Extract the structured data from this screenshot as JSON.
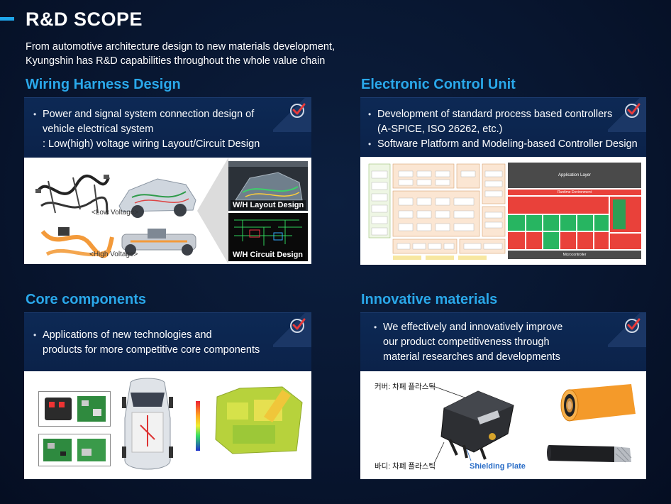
{
  "header": {
    "title": "R&D SCOPE",
    "subtitle_line1": "From automotive architecture design to new materials development,",
    "subtitle_line2": "Kyungshin has R&D capabilities throughout the whole value chain"
  },
  "sections": {
    "wiring": {
      "heading": "Wiring Harness Design",
      "bullet1_line1": "Power and signal system connection design of",
      "bullet1_line2": "vehicle electrical system",
      "bullet1_line3": ": Low(high) voltage wiring Layout/Circuit Design",
      "label_low": "<Low Voltage>",
      "label_high": "<High Voltage>",
      "label_layout": "W/H Layout Design",
      "label_circuit": "W/H Circuit Design"
    },
    "ecu": {
      "heading": "Electronic Control Unit",
      "bullet1_line1": "Development of standard process based controllers",
      "bullet1_line2": "(A-SPICE, ISO 26262, etc.)",
      "bullet2": "Software Platform and Modeling-based Controller Design",
      "label_app_layer": "Application Layer",
      "label_runtime": "Runtime Environment",
      "label_micro": "Microcontroller"
    },
    "core": {
      "heading": "Core components",
      "bullet1_line1": "Applications of new technologies and",
      "bullet1_line2": "products for more competitive core components"
    },
    "materials": {
      "heading": "Innovative materials",
      "bullet1_line1": "We effectively and innovatively improve",
      "bullet1_line2": "our product competitiveness through",
      "bullet1_line3": "material researches and developments",
      "label_cover": "커버: 차폐 플라스틱",
      "label_body": "바디: 차폐 플라스틱",
      "label_shield": "Shielding Plate"
    }
  },
  "colors": {
    "accent": "#1fa6ea",
    "heading": "#2aa8ea",
    "panel": "#0d2955",
    "check_red": "#e83a3a"
  },
  "icons": {
    "check": "checkmark-circle-icon"
  }
}
